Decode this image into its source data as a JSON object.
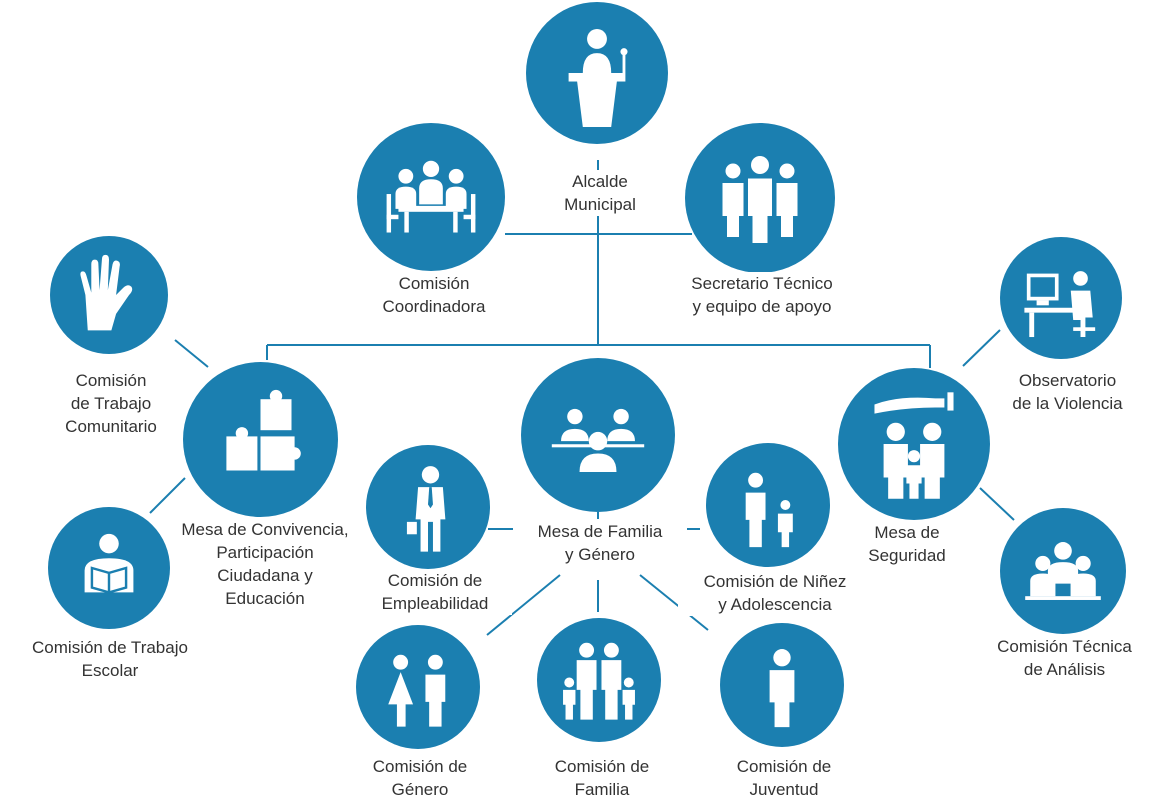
{
  "diagram": {
    "accent_color": "#1b7fb0",
    "line_color": "#1b7fb0",
    "nodes": {
      "alcalde": {
        "icon": "podium-speaker-icon",
        "lines": [
          "Alcalde",
          "Municipal"
        ]
      },
      "comision_coordinadora": {
        "icon": "meeting-table-icon",
        "lines": [
          "Comisión",
          "Coordinadora"
        ]
      },
      "secretario": {
        "icon": "team-group-icon",
        "lines": [
          "Secretario Técnico",
          "y equipo de apoyo"
        ]
      },
      "trabajo_comunitario": {
        "icon": "helping-hands-icon",
        "lines": [
          "Comisión",
          "de Trabajo",
          "Comunitario"
        ]
      },
      "mesa_convivencia": {
        "icon": "puzzle-icon",
        "lines": [
          "Mesa de Convivencia,",
          "Participación",
          "Ciudadana y",
          "Educación"
        ]
      },
      "trabajo_escolar": {
        "icon": "reader-book-icon",
        "lines": [
          "Comisión de Trabajo",
          "Escolar"
        ]
      },
      "mesa_familia": {
        "icon": "people-meeting-icon",
        "lines": [
          "Mesa de Familia",
          "y Género"
        ]
      },
      "empleabilidad": {
        "icon": "businessman-icon",
        "lines": [
          "Comisión de",
          "Empleabilidad"
        ]
      },
      "ninez": {
        "icon": "adult-child-icon",
        "lines": [
          "Comisión de Niñez",
          "y Adolescencia"
        ]
      },
      "genero": {
        "icon": "woman-man-icon",
        "lines": [
          "Comisión de",
          "Género"
        ]
      },
      "familia": {
        "icon": "family-icon",
        "lines": [
          "Comisión de",
          "Familia"
        ]
      },
      "juventud": {
        "icon": "young-person-icon",
        "lines": [
          "Comisión de",
          "Juventud"
        ]
      },
      "mesa_seguridad": {
        "icon": "protected-family-icon",
        "lines": [
          "Mesa de",
          "Seguridad"
        ]
      },
      "observatorio": {
        "icon": "computer-operator-icon",
        "lines": [
          "Observatorio",
          "de la Violencia"
        ]
      },
      "tecnica_analisis": {
        "icon": "analysts-group-icon",
        "lines": [
          "Comisión Técnica",
          "de Análisis"
        ]
      }
    }
  }
}
